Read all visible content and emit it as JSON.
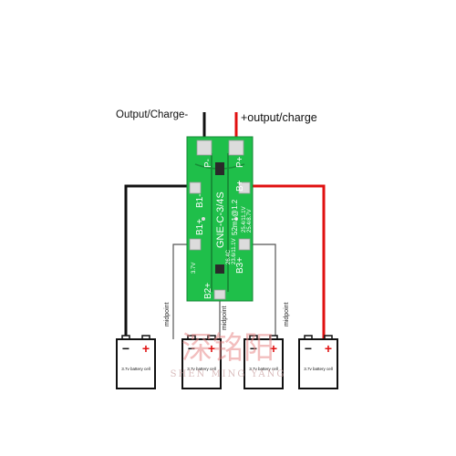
{
  "labels": {
    "output_charge_neg": "Output/Charge-",
    "output_charge_pos": "+output/charge",
    "midpoint_left": "midpoint",
    "midpoint_center": "midpoint",
    "midpoint_right": "midpoint"
  },
  "board": {
    "color": "#1fbf4a",
    "model": "GNE-C-3/4S",
    "part_no": "52m1@1.2",
    "pads": {
      "p_minus": "P-",
      "p_plus": "P+",
      "b_plus": "B+",
      "b1_minus": "B1-",
      "b1_plus": "B1+",
      "b2_plus": "B2+",
      "b3_plus": "B3+"
    },
    "side_left_text": "3.7V",
    "side_right_text": "25.4/11.1V",
    "side_right_text2": "25.4/8.7V",
    "mid_text": "26.4C",
    "mid_text2": "23.6/11.1V"
  },
  "wire_colors": {
    "negative": "#111111",
    "positive": "#e01010",
    "midpoint": "#555555"
  },
  "batteries": [
    {
      "label": "3.7v battery cell",
      "minus": "−",
      "plus": "+"
    },
    {
      "label": "3.7v battery cell",
      "minus": "−",
      "plus": "+"
    },
    {
      "label": "3.7v battery cell",
      "minus": "−",
      "plus": "+"
    },
    {
      "label": "3.7v battery cell",
      "minus": "−",
      "plus": "+"
    }
  ],
  "watermark": {
    "main": "深铭阳",
    "sub": "SHEN MING YANG",
    "color": "#e88a8a"
  }
}
